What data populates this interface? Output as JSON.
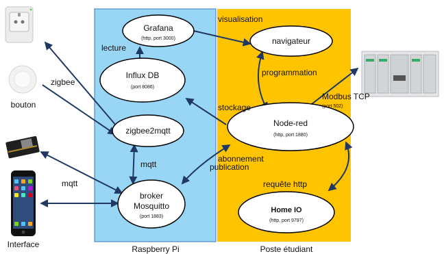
{
  "zones": {
    "raspberry": {
      "label": "Raspberry Pi",
      "color": "#99D5F5"
    },
    "poste": {
      "label": "Poste étudiant",
      "color": "#FFC400"
    }
  },
  "nodes": {
    "grafana": {
      "title": "Grafana",
      "sub": "(http, port 3000)"
    },
    "influx": {
      "title": "Influx DB",
      "sub": "(port 8086)"
    },
    "z2m": {
      "title": "zigbee2mqtt"
    },
    "broker": {
      "title1": "broker",
      "title2": "Mosquitto",
      "sub": "(port 1883)"
    },
    "navigateur": {
      "title": "navigateur"
    },
    "nodered": {
      "title": "Node-red",
      "sub": "(http, port 1880)"
    },
    "homeio": {
      "title": "Home IO",
      "sub": "(http, port 9797)"
    }
  },
  "labels": {
    "lecture": "lecture",
    "visualisation": "visualisation",
    "programmation": "programmation",
    "stockage": "stockage",
    "zigbee": "zigbee",
    "bouton": "bouton",
    "mqtt1": "mqtt",
    "mqtt2": "mqtt",
    "abonnement": "abonnement",
    "publication": "publication",
    "requete": "requête http",
    "modbus": "Modbus TCP",
    "modbus_port": "(port 502)",
    "interface": "Interface"
  },
  "colors": {
    "arrow": "#1F3864",
    "ellipse_stroke": "#000000",
    "ellipse_fill": "#ffffff"
  }
}
